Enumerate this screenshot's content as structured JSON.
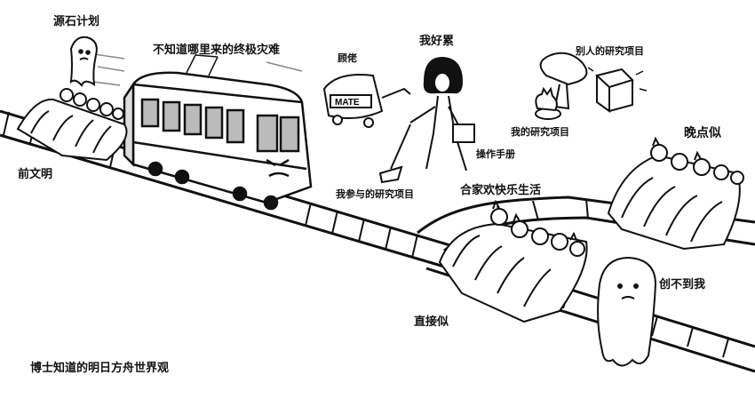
{
  "labels": {
    "source_stone_plan": "源石计划",
    "unknown_disaster": "不知道哪里来的终极灾难",
    "advisor": "顾佬",
    "mate_cart": "MATE",
    "so_tired": "我好累",
    "others_research": "别人的研究项目",
    "my_research": "我的研究项目",
    "former_civilization": "前文明",
    "operation_manual": "操作手册",
    "late_death": "晚点似",
    "my_participated_research": "我参与的研究项目",
    "happy_family": "合家欢快乐生活",
    "cannot_create_me": "创不到我",
    "direct_death": "直接似",
    "doctor_worldview": "博士知道的明日方舟世界观"
  }
}
